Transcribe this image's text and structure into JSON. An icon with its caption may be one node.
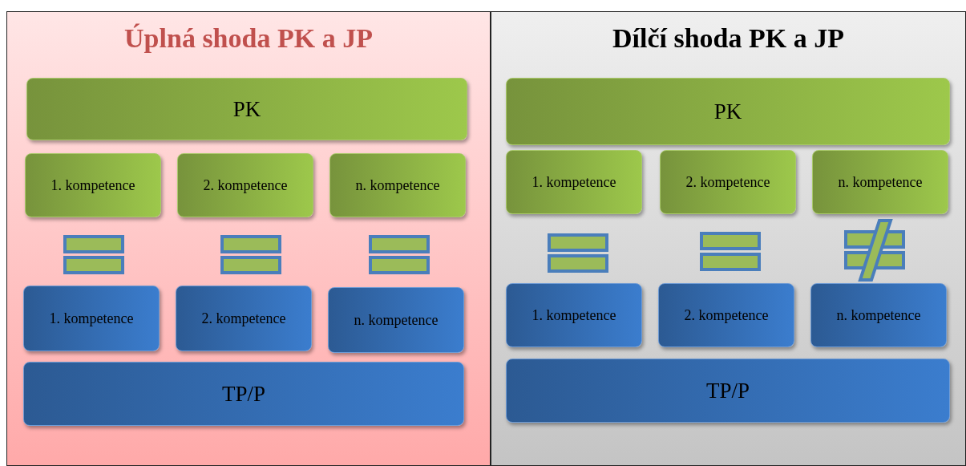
{
  "diagram": {
    "nodes": [
      {
        "text": [
          "Úplná shoda PK a JP"
        ]
      },
      {
        "text": [
          "PK"
        ],
        "in": 0
      },
      {
        "text": [
          "1. kompetence"
        ],
        "in": 0
      },
      {
        "text": [
          "2. kompetence"
        ],
        "in": 0
      },
      {
        "text": [
          "n. kompetence"
        ],
        "in": 0
      },
      {
        "text": [
          "1. kompetence"
        ],
        "in": 0
      },
      {
        "text": [
          "2. kompetence"
        ],
        "in": 0
      },
      {
        "text": [
          "n. kompetence"
        ],
        "in": 0
      },
      {
        "text": [
          "TP/P"
        ],
        "in": 0
      },
      {
        "text": [
          "Dílčí shoda PK a JP"
        ]
      },
      {
        "text": [
          "PK"
        ],
        "in": 9
      },
      {
        "text": [
          "1. kompetence"
        ],
        "in": 9
      },
      {
        "text": [
          "2. kompetence"
        ],
        "in": 9
      },
      {
        "text": [
          "n. kompetence"
        ],
        "in": 9
      },
      {
        "text": [
          "1. kompetence"
        ],
        "in": 9
      },
      {
        "text": [
          "2. kompetence"
        ],
        "in": 9
      },
      {
        "text": [
          "n. kompetence"
        ],
        "in": 9
      },
      {
        "text": [
          "TP/P"
        ],
        "in": 9
      }
    ]
  }
}
